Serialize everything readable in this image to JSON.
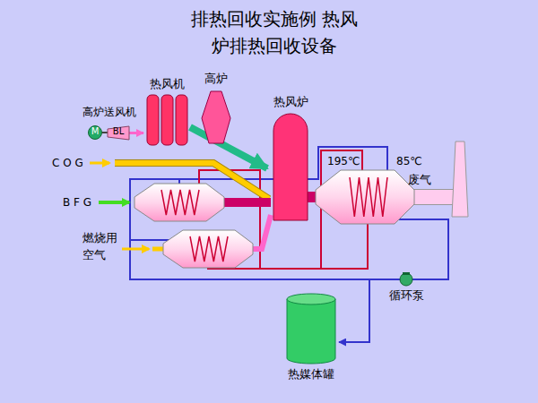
{
  "diagram": {
    "title": "排热回收实施例 热风炉排热回收设备",
    "nodes": [
      {
        "text": [
          "M"
        ]
      },
      {
        "text": [
          "BL"
        ]
      },
      {
        "text": [
          "热风机"
        ]
      },
      {
        "text": [
          "高炉"
        ]
      },
      {
        "text": [
          "热风炉"
        ]
      },
      {
        "text": [
          "循环泵"
        ]
      },
      {
        "text": [
          "热媒体罐"
        ]
      }
    ],
    "edges": [
      {
        "from": 0,
        "to": 1,
        "arrow": "none"
      },
      {
        "from": 1,
        "to": 2,
        "arrow": "to"
      },
      {
        "from": 2,
        "to": 4,
        "arrow": "to"
      },
      {
        "from": 5,
        "to": 6,
        "arrow": "to"
      }
    ],
    "labels": [
      "高炉送风机",
      "C O G",
      "B F G",
      "燃烧用 空气",
      "195℃",
      "85℃",
      "废气"
    ]
  }
}
